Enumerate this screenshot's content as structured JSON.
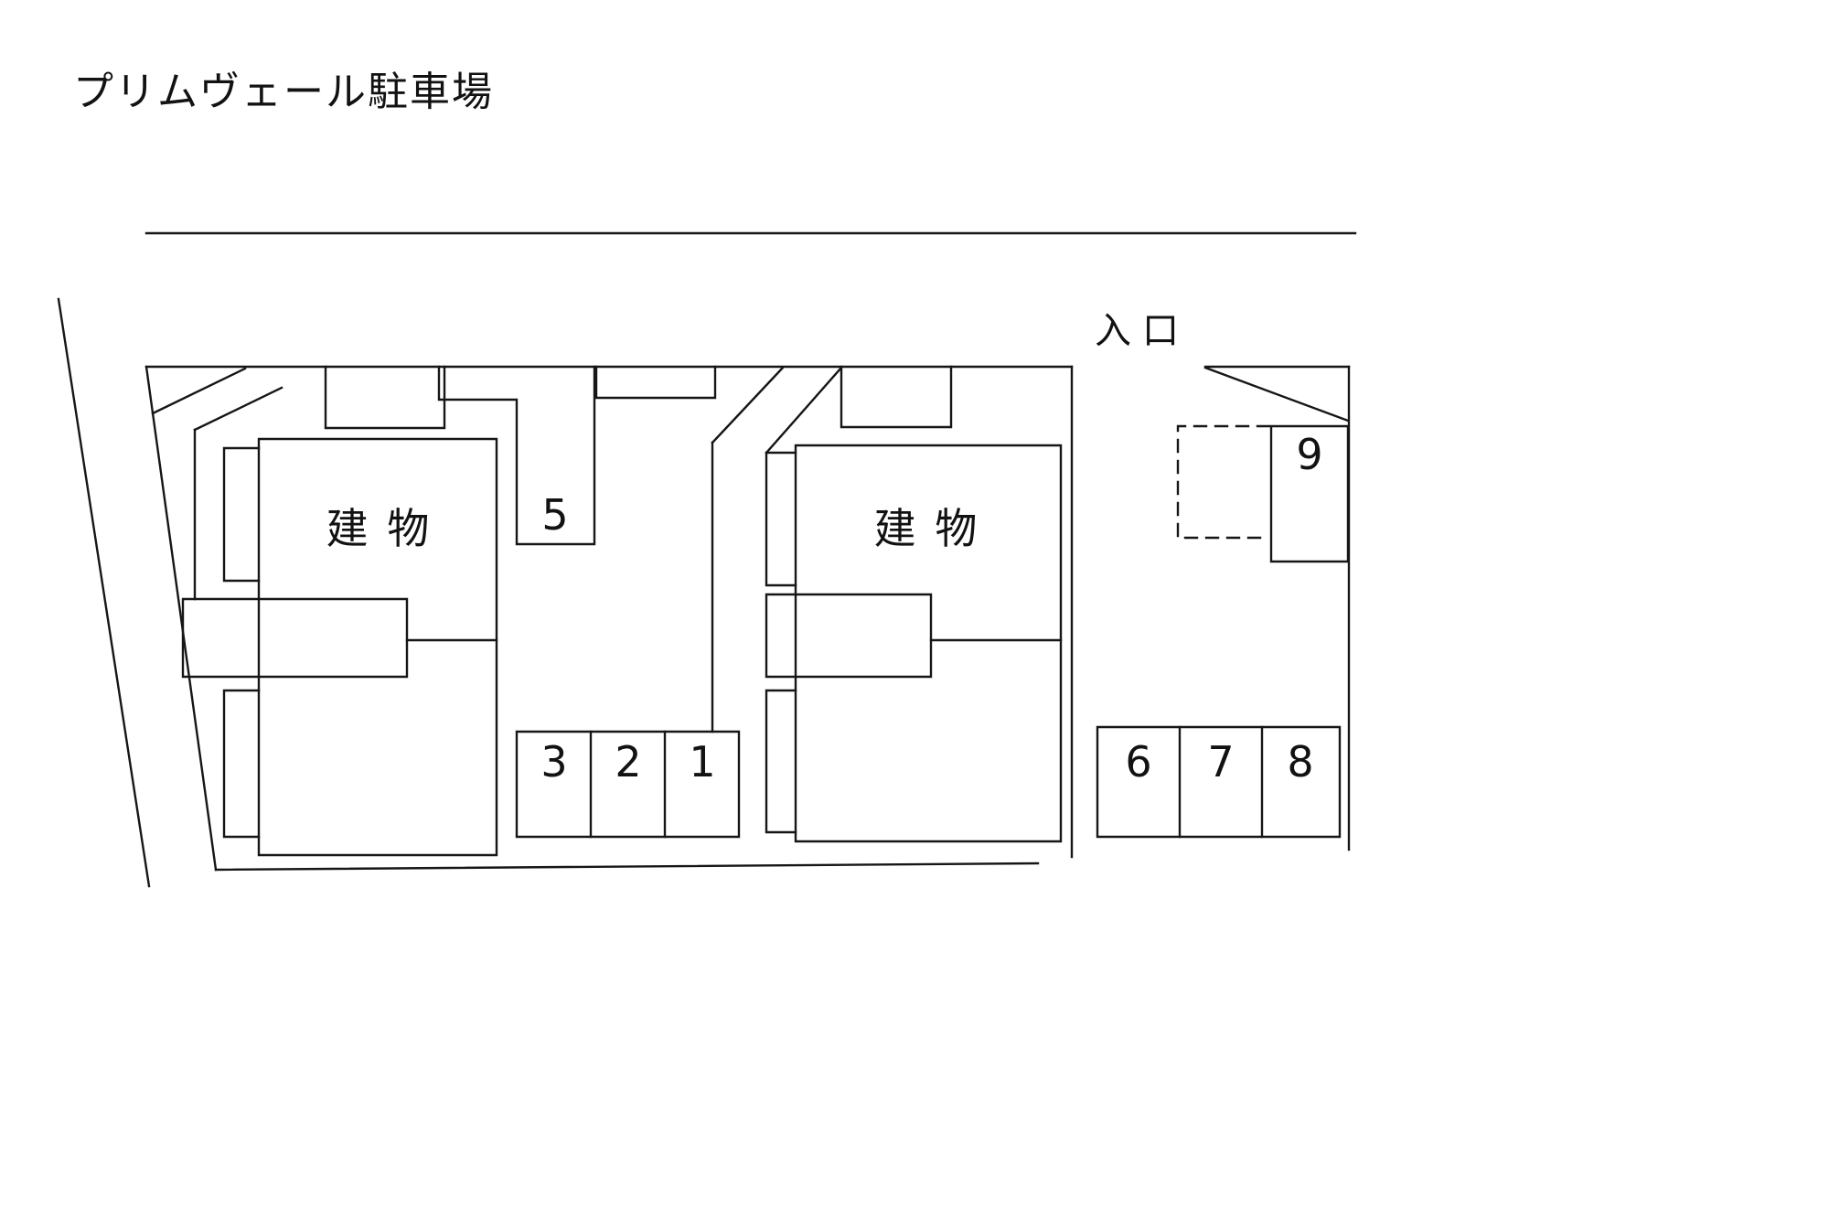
{
  "title": "プリムヴェール駐車場",
  "entrance_label": "入口",
  "buildings": [
    {
      "label": "建物"
    },
    {
      "label": "建物"
    }
  ],
  "parking_spaces": [
    {
      "number": "1"
    },
    {
      "number": "2"
    },
    {
      "number": "3"
    },
    {
      "number": "5"
    },
    {
      "number": "6"
    },
    {
      "number": "7"
    },
    {
      "number": "8"
    },
    {
      "number": "9"
    }
  ],
  "ink_color": "#161616"
}
